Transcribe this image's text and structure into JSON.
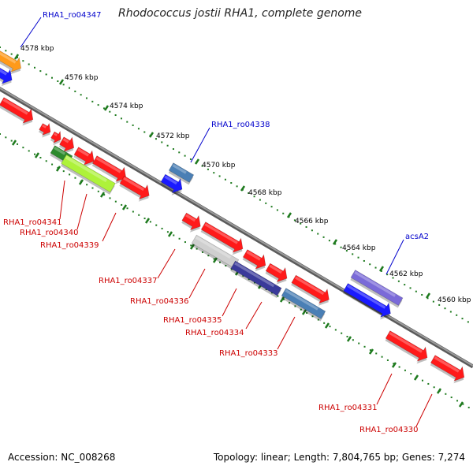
{
  "title": "Rhodococcus jostii RHA1, complete genome",
  "accession": "Accession: NC_008268",
  "summary": "Topology: linear; Length: 7,804,765 bp; Genes: 7,274",
  "colors": {
    "axis": "#8a8a8a",
    "tick": "#1e7a1e",
    "label_upper": "#0000cc",
    "label_lower": "#cc0000",
    "red": "#ff1a1a",
    "blue": "#1a1aff",
    "orange": "#ff9a1a",
    "steel": "#4a7fb5",
    "lime": "#aef23a",
    "green": "#2d8a2d",
    "silver": "#cfcfcf",
    "indigo": "#3a3a9a",
    "violet": "#7a6ad8"
  },
  "kbp_labels": [
    "4578 kbp",
    "4576 kbp",
    "4574 kbp",
    "4572 kbp",
    "4570 kbp",
    "4568 kbp",
    "4566 kbp",
    "4564 kbp",
    "4562 kbp",
    "4560 kbp"
  ],
  "gene_labels": {
    "upper": [
      "RHA1_ro04347",
      "RHA1_ro04338",
      "acsA2"
    ],
    "lower": [
      "RHA1_ro04341",
      "RHA1_ro04340",
      "RHA1_ro04339",
      "RHA1_ro04337",
      "RHA1_ro04336",
      "RHA1_ro04335",
      "RHA1_ro04334",
      "RHA1_ro04333",
      "RHA1_ro04331",
      "RHA1_ro04330"
    ]
  }
}
